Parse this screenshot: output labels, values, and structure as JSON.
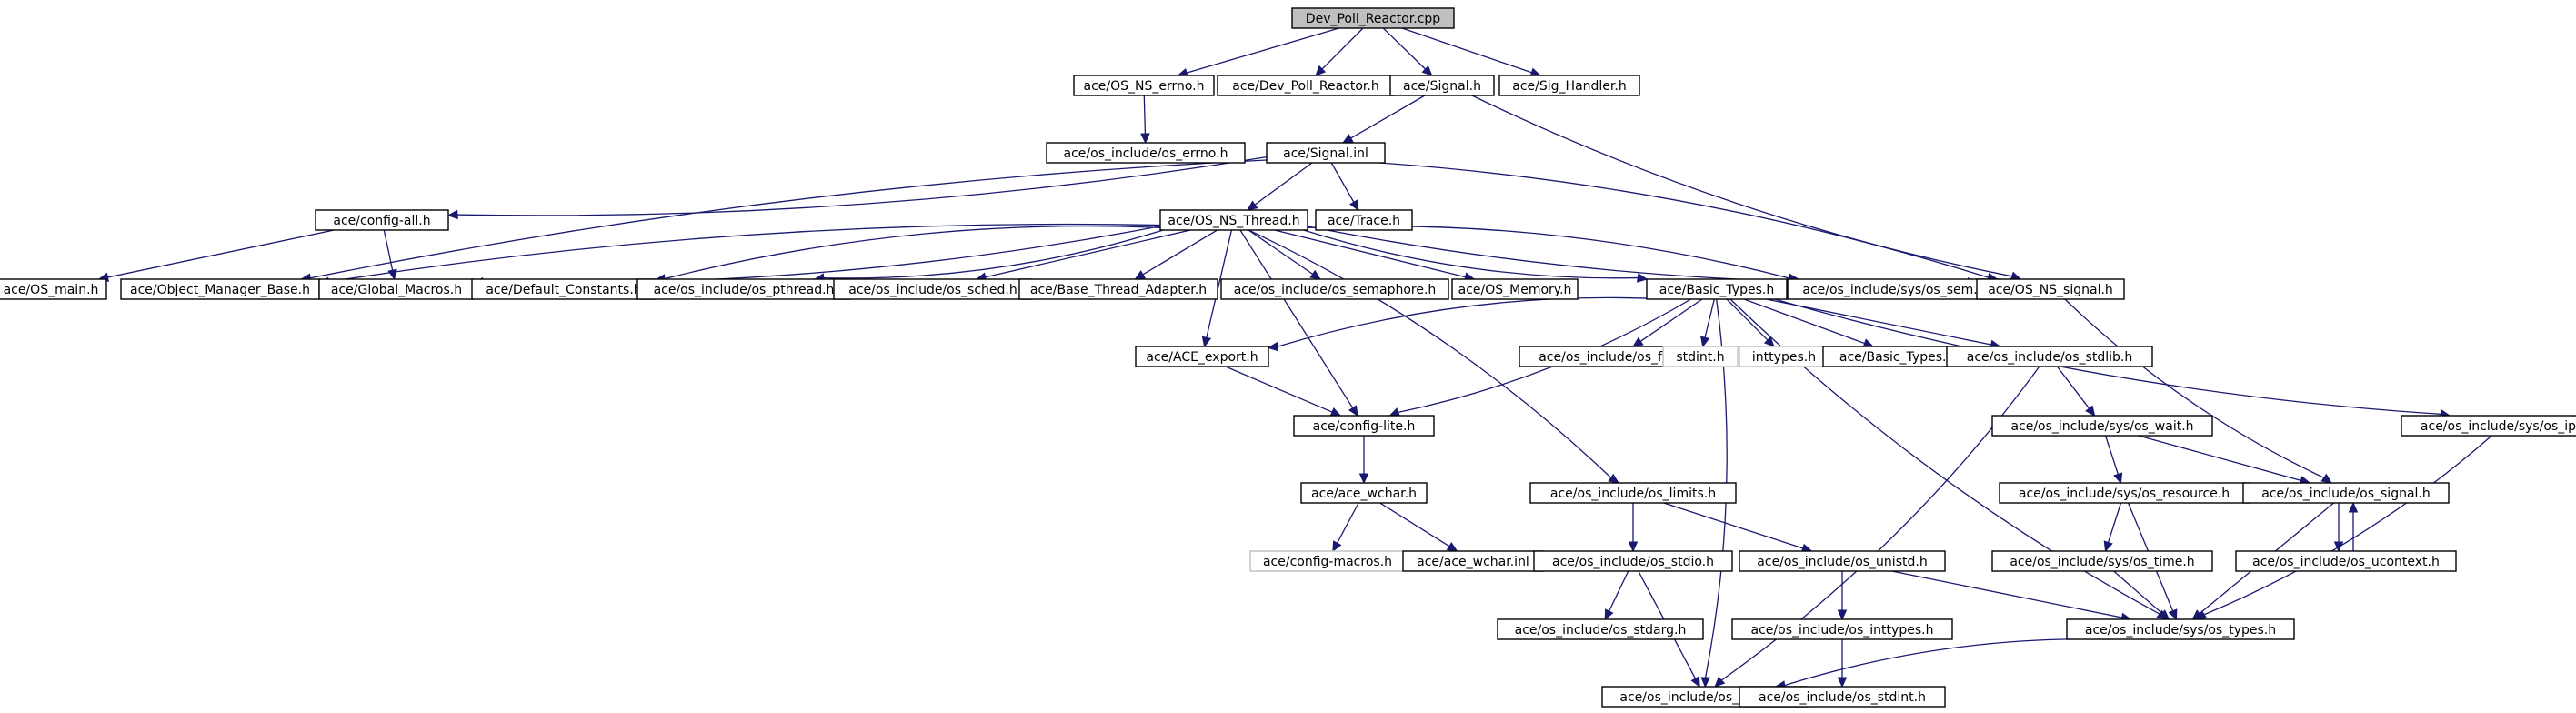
{
  "title": "Dev_Poll_Reactor.cpp",
  "colors": {
    "edge": "#191970",
    "root_fill": "#bfbfbf",
    "node_fill": "#ffffff",
    "missing_border": "#bfbfbf"
  },
  "nodes": [
    {
      "id": "root",
      "label": "Dev_Poll_Reactor.cpp",
      "kind": "root"
    },
    {
      "id": "os_ns_errno",
      "label": "ace/OS_NS_errno.h"
    },
    {
      "id": "dev_poll_reactor_h",
      "label": "ace/Dev_Poll_Reactor.h"
    },
    {
      "id": "signal_h",
      "label": "ace/Signal.h"
    },
    {
      "id": "sig_handler_h",
      "label": "ace/Sig_Handler.h"
    },
    {
      "id": "os_errno",
      "label": "ace/os_include/os_errno.h"
    },
    {
      "id": "signal_inl",
      "label": "ace/Signal.inl"
    },
    {
      "id": "config_all",
      "label": "ace/config-all.h"
    },
    {
      "id": "os_ns_thread",
      "label": "ace/OS_NS_Thread.h"
    },
    {
      "id": "trace_h",
      "label": "ace/Trace.h"
    },
    {
      "id": "os_main",
      "label": "ace/OS_main.h"
    },
    {
      "id": "object_manager_base",
      "label": "ace/Object_Manager_Base.h"
    },
    {
      "id": "global_macros",
      "label": "ace/Global_Macros.h"
    },
    {
      "id": "default_constants",
      "label": "ace/Default_Constants.h"
    },
    {
      "id": "os_pthread",
      "label": "ace/os_include/os_pthread.h"
    },
    {
      "id": "os_sched",
      "label": "ace/os_include/os_sched.h"
    },
    {
      "id": "base_thread_adapter",
      "label": "ace/Base_Thread_Adapter.h"
    },
    {
      "id": "os_semaphore",
      "label": "ace/os_include/os_semaphore.h"
    },
    {
      "id": "os_memory",
      "label": "ace/OS_Memory.h"
    },
    {
      "id": "basic_types_h",
      "label": "ace/Basic_Types.h"
    },
    {
      "id": "os_sem",
      "label": "ace/os_include/sys/os_sem.h"
    },
    {
      "id": "os_ns_signal",
      "label": "ace/OS_NS_signal.h"
    },
    {
      "id": "ace_export",
      "label": "ace/ACE_export.h"
    },
    {
      "id": "os_float",
      "label": "ace/os_include/os_float.h"
    },
    {
      "id": "stdint_h",
      "label": "stdint.h",
      "kind": "missing"
    },
    {
      "id": "inttypes_h",
      "label": "inttypes.h",
      "kind": "missing"
    },
    {
      "id": "basic_types_inl",
      "label": "ace/Basic_Types.inl"
    },
    {
      "id": "os_stdlib",
      "label": "ace/os_include/os_stdlib.h"
    },
    {
      "id": "os_ipc",
      "label": "ace/os_include/sys/os_ipc.h"
    },
    {
      "id": "config_lite",
      "label": "ace/config-lite.h"
    },
    {
      "id": "os_wait",
      "label": "ace/os_include/sys/os_wait.h"
    },
    {
      "id": "ace_wchar_h",
      "label": "ace/ace_wchar.h"
    },
    {
      "id": "os_limits",
      "label": "ace/os_include/os_limits.h"
    },
    {
      "id": "os_resource",
      "label": "ace/os_include/sys/os_resource.h"
    },
    {
      "id": "os_signal",
      "label": "ace/os_include/os_signal.h"
    },
    {
      "id": "config_macros",
      "label": "ace/config-macros.h",
      "kind": "missing"
    },
    {
      "id": "ace_wchar_inl",
      "label": "ace/ace_wchar.inl"
    },
    {
      "id": "os_stdio",
      "label": "ace/os_include/os_stdio.h"
    },
    {
      "id": "os_unistd",
      "label": "ace/os_include/os_unistd.h"
    },
    {
      "id": "os_time",
      "label": "ace/os_include/sys/os_time.h"
    },
    {
      "id": "os_ucontext",
      "label": "ace/os_include/os_ucontext.h"
    },
    {
      "id": "os_stdarg",
      "label": "ace/os_include/os_stdarg.h"
    },
    {
      "id": "os_inttypes",
      "label": "ace/os_include/os_inttypes.h"
    },
    {
      "id": "os_types",
      "label": "ace/os_include/sys/os_types.h"
    },
    {
      "id": "os_stddef",
      "label": "ace/os_include/os_stddef.h"
    },
    {
      "id": "os_stdint",
      "label": "ace/os_include/os_stdint.h"
    }
  ],
  "edges": [
    [
      "root",
      "os_ns_errno"
    ],
    [
      "root",
      "dev_poll_reactor_h"
    ],
    [
      "root",
      "signal_h"
    ],
    [
      "root",
      "sig_handler_h"
    ],
    [
      "os_ns_errno",
      "os_errno"
    ],
    [
      "signal_h",
      "signal_inl"
    ],
    [
      "signal_h",
      "os_ns_signal"
    ],
    [
      "signal_inl",
      "config_all"
    ],
    [
      "signal_inl",
      "os_ns_thread"
    ],
    [
      "signal_inl",
      "trace_h"
    ],
    [
      "signal_inl",
      "object_manager_base"
    ],
    [
      "signal_inl",
      "os_ns_signal"
    ],
    [
      "config_all",
      "os_main"
    ],
    [
      "config_all",
      "global_macros"
    ],
    [
      "os_ns_thread",
      "object_manager_base"
    ],
    [
      "os_ns_thread",
      "global_macros"
    ],
    [
      "os_ns_thread",
      "default_constants"
    ],
    [
      "os_ns_thread",
      "os_pthread"
    ],
    [
      "os_ns_thread",
      "os_sched"
    ],
    [
      "os_ns_thread",
      "base_thread_adapter"
    ],
    [
      "os_ns_thread",
      "os_semaphore"
    ],
    [
      "os_ns_thread",
      "os_memory"
    ],
    [
      "os_ns_thread",
      "basic_types_h"
    ],
    [
      "os_ns_thread",
      "os_sem"
    ],
    [
      "os_ns_thread",
      "os_ns_signal"
    ],
    [
      "os_ns_thread",
      "ace_export"
    ],
    [
      "os_ns_thread",
      "config_lite"
    ],
    [
      "os_ns_thread",
      "os_limits"
    ],
    [
      "basic_types_h",
      "ace_export"
    ],
    [
      "basic_types_h",
      "os_float"
    ],
    [
      "basic_types_h",
      "stdint_h"
    ],
    [
      "basic_types_h",
      "inttypes_h"
    ],
    [
      "basic_types_h",
      "basic_types_inl"
    ],
    [
      "basic_types_h",
      "os_stdlib"
    ],
    [
      "basic_types_h",
      "os_ipc"
    ],
    [
      "basic_types_h",
      "config_lite"
    ],
    [
      "basic_types_h",
      "os_types"
    ],
    [
      "basic_types_h",
      "os_stddef"
    ],
    [
      "os_ns_signal",
      "os_signal"
    ],
    [
      "ace_export",
      "config_lite"
    ],
    [
      "config_lite",
      "ace_wchar_h"
    ],
    [
      "ace_wchar_h",
      "config_macros"
    ],
    [
      "ace_wchar_h",
      "ace_wchar_inl"
    ],
    [
      "os_stdlib",
      "os_stddef"
    ],
    [
      "os_stdlib",
      "os_wait"
    ],
    [
      "os_wait",
      "os_resource"
    ],
    [
      "os_wait",
      "os_signal"
    ],
    [
      "os_limits",
      "os_stdio"
    ],
    [
      "os_limits",
      "os_unistd"
    ],
    [
      "os_resource",
      "os_time"
    ],
    [
      "os_resource",
      "os_types"
    ],
    [
      "os_signal",
      "os_ucontext"
    ],
    [
      "os_signal",
      "os_types"
    ],
    [
      "os_ucontext",
      "os_signal"
    ],
    [
      "os_stdio",
      "os_stdarg"
    ],
    [
      "os_stdio",
      "os_stddef"
    ],
    [
      "os_unistd",
      "os_inttypes"
    ],
    [
      "os_unistd",
      "os_types"
    ],
    [
      "os_time",
      "os_types"
    ],
    [
      "os_ipc",
      "os_types"
    ],
    [
      "os_types",
      "os_stddef"
    ],
    [
      "os_inttypes",
      "os_stdint"
    ]
  ]
}
